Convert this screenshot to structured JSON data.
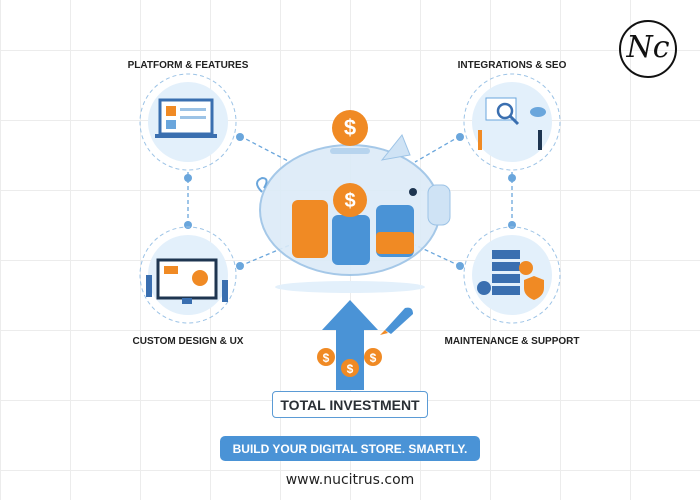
{
  "logo": {
    "text": "Nc"
  },
  "nodes": {
    "platform": "PLATFORM & FEATURES",
    "integrations": "INTEGRATIONS & SEO",
    "design": "CUSTOM DESIGN & UX",
    "maintenance": "MAINTENANCE & SUPPORT"
  },
  "center": {
    "coin_symbol": "$",
    "total_label": "TOTAL INVESTMENT"
  },
  "banner": "BUILD YOUR DIGITAL STORE. SMARTLY.",
  "url": "www.nucitrus.com",
  "colors": {
    "blue": "#4a93d6",
    "orange": "#f08a24",
    "light_blue": "#e3f0fb"
  }
}
